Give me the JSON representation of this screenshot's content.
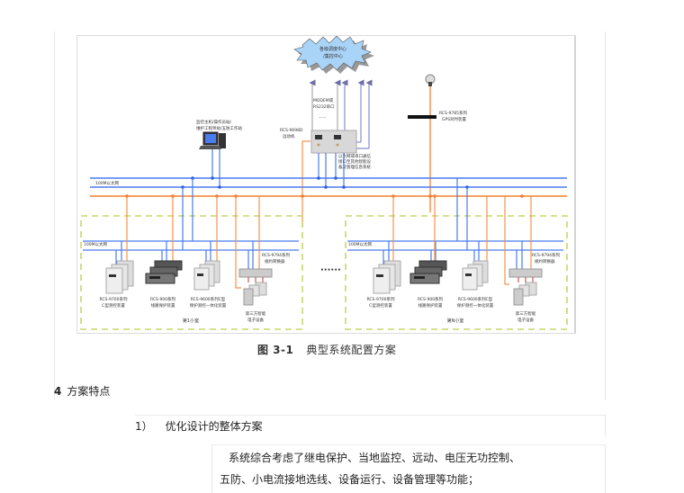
{
  "figure": {
    "cloud_label": [
      "各级调度中心",
      "/集控中心"
    ],
    "modem_label": [
      "MODEM或",
      "RS232串口"
    ],
    "modem_dots": "·······",
    "gateway_label": [
      "RCS-9698D",
      "远动机"
    ],
    "other_systems_label": [
      "以太网或串口通信",
      "接口至其他智能设",
      "备及管理信息系统"
    ],
    "gps_label": [
      "RCS-9785系列",
      "GPS对时装置"
    ],
    "workstation_label": [
      "监控主机/操作员站/",
      "维护工程师站/五防工作站"
    ],
    "backbone_label": "100M以太网",
    "bay_label": "100M以太网",
    "ellipsis": "······",
    "bays": [
      {
        "title": "第1小室",
        "devices": [
          {
            "name": [
              "RCS-9700系列",
              "C型测控装置"
            ]
          },
          {
            "name": [
              "RCS-900系列",
              "线路保护装置"
            ]
          },
          {
            "name": [
              "RCS-9600系列C型",
              "保护测控一体化装置"
            ]
          },
          {
            "name": [
              "RCS-9794系列",
              "规约转换器"
            ]
          },
          {
            "name": [
              "第三方智能",
              "电子设备"
            ]
          }
        ]
      },
      {
        "title": "第N小室",
        "devices": [
          {
            "name": [
              "RCS-9700系列",
              "C型测控装置"
            ]
          },
          {
            "name": [
              "RCS-900系列",
              "线路保护装置"
            ]
          },
          {
            "name": [
              "RCS-9600系列C型",
              "保护测控一体化装置"
            ]
          },
          {
            "name": [
              "RCS-9794系列",
              "规约转换器"
            ]
          },
          {
            "name": [
              "第三方智能",
              "电子设备"
            ]
          }
        ]
      }
    ],
    "colors": {
      "ethernet_blue": "#4a7cf0",
      "serial_orange": "#f7924a",
      "bay_border": "#c8d66a",
      "cloud_fill": "#a9d3f7"
    }
  },
  "caption": {
    "number": "图 3-1",
    "title": "典型系统配置方案"
  },
  "section": {
    "number": "4",
    "title": "方案特点"
  },
  "subsection": {
    "number": "1）",
    "title": "优化设计的整体方案"
  },
  "paragraph": {
    "line1": "系统综合考虑了继电保护、当地监控、远动、电压无功控制、",
    "line2": "五防、小电流接地选线、设备运行、设备管理等功能；"
  }
}
